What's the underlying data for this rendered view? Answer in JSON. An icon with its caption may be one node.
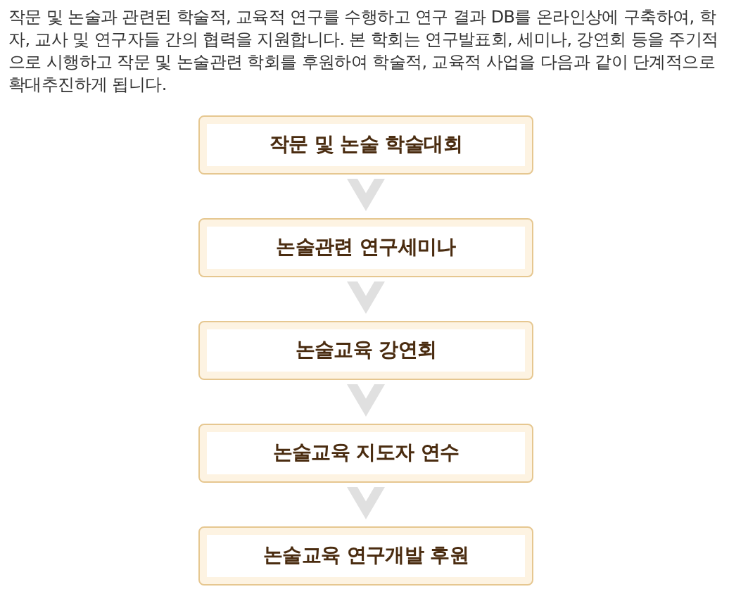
{
  "diagram": {
    "nodes": [
      {
        "text": [
          "작문 및 논술 학술대회"
        ]
      },
      {
        "text": [
          "논술관련 연구세미나"
        ]
      },
      {
        "text": [
          "논술교육 강연회"
        ]
      },
      {
        "text": [
          "논술교육 지도자 연수"
        ]
      },
      {
        "text": [
          "논술교육 연구개발 후원"
        ]
      }
    ],
    "edges": [
      {
        "from": 0,
        "to": 1,
        "arrow": "to"
      },
      {
        "from": 1,
        "to": 2,
        "arrow": "to"
      },
      {
        "from": 2,
        "to": 3,
        "arrow": "to"
      },
      {
        "from": 3,
        "to": 4,
        "arrow": "to"
      }
    ],
    "labels": [
      "작문 및 논술과 관련된 학술적, 교육적 연구를 수행하고 연구 결과 DB를 온라인상에 구축하여, 학자, 교사 및 연구자들 간의 협력을 지원합니다. 본 학회는 연구발표회, 세미나, 강연회 등을 주기적으로 시행하고 작문 및 논술관련 학회를 후원하여 학술적, 교육적 사업을 다음과 같이 단계적으로 확대추진하게 됩니다."
    ]
  }
}
